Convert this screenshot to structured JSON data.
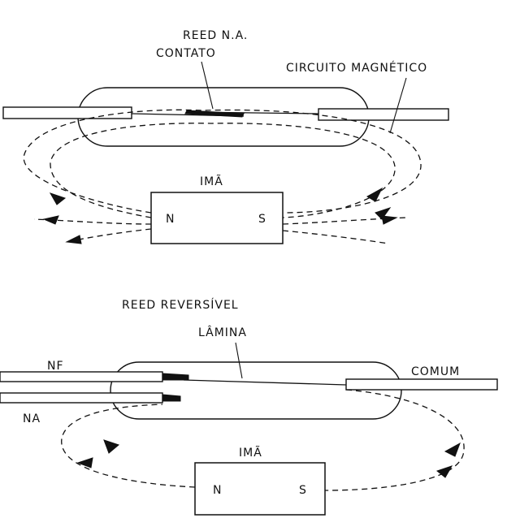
{
  "top_diagram": {
    "title": "REED N.A.",
    "label_contact": "CONTATO",
    "label_circuit": "CIRCUITO MAGNÉTICO",
    "magnet_label": "IMÃ",
    "pole_n": "N",
    "pole_s": "S"
  },
  "bottom_diagram": {
    "title": "REED REVERSÍVEL",
    "label_blade": "LÂMINA",
    "label_nf": "NF",
    "label_na": "NA",
    "label_common": "COMUM",
    "magnet_label": "IMÃ",
    "pole_n": "N",
    "pole_s": "S"
  }
}
